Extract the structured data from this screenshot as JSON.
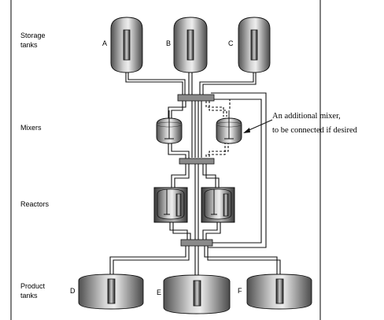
{
  "stages": {
    "storage": "Storage\ntanks",
    "mixers": "Mixers",
    "reactors": "Reactors",
    "product": "Product\ntanks"
  },
  "storage_tanks": [
    "A",
    "B",
    "C"
  ],
  "product_tanks": [
    "D",
    "E",
    "F"
  ],
  "annotation": {
    "line1": "An additional mixer,",
    "line2": "to be connected if desired"
  }
}
